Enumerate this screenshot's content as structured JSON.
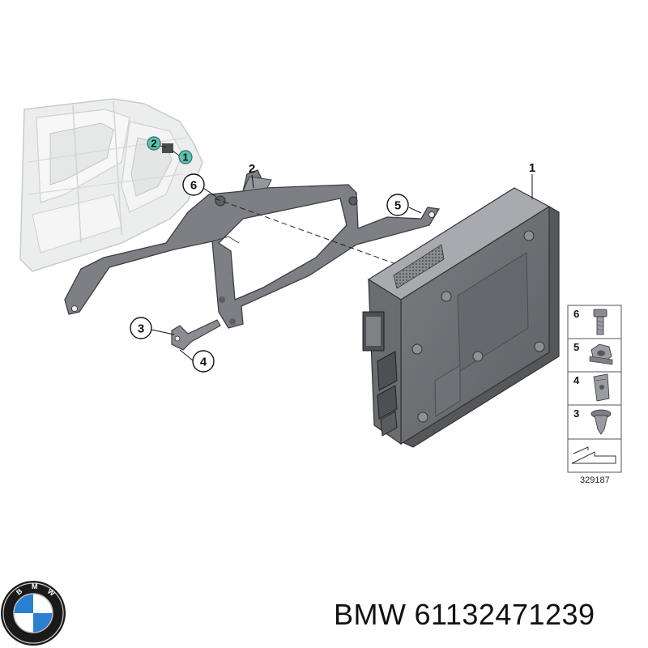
{
  "callouts": {
    "c1": "1",
    "c2": "2",
    "c3": "3",
    "c4": "4",
    "c5": "5",
    "c6": "6",
    "inset1": "1",
    "inset2": "2"
  },
  "legend": {
    "items": [
      "6",
      "5",
      "4",
      "3"
    ],
    "diagram_code": "329187"
  },
  "footer": {
    "brand": "BMW",
    "part_number": "61132471239"
  },
  "colors": {
    "bracket": "#7d7f84",
    "module_front": "#6f7176",
    "module_top": "#a8aaaf",
    "module_side": "#55575b",
    "teal_callout": "#5cc2b5"
  },
  "icons": [
    "bmw-logo-icon",
    "bolt-icon",
    "nut-icon",
    "clip-nut-icon",
    "push-rivet-icon",
    "arrow-icon"
  ]
}
